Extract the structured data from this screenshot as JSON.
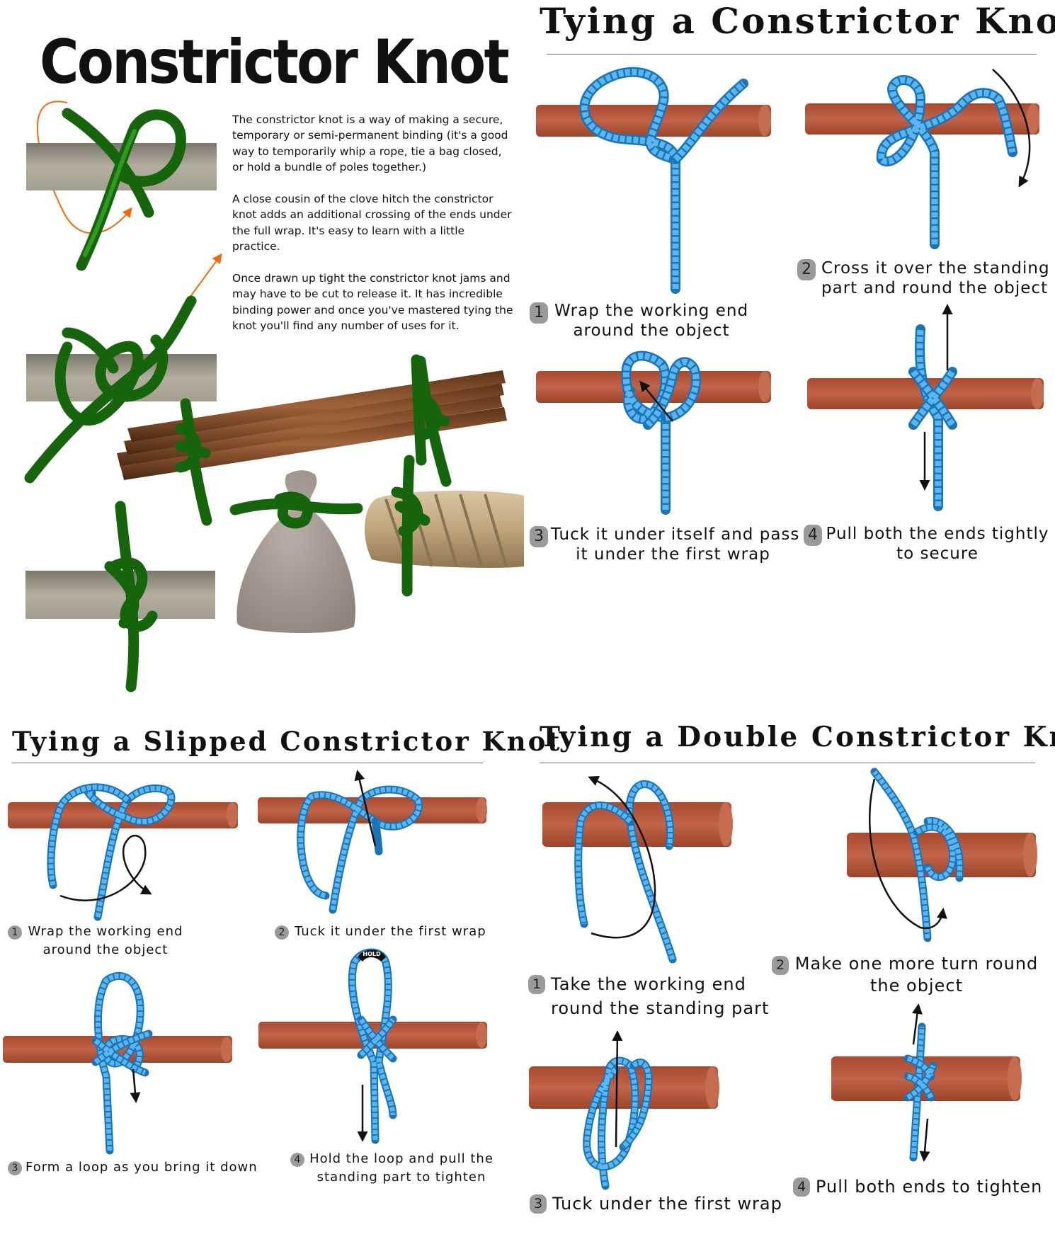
{
  "main": {
    "title": "Constrictor Knot",
    "paragraphs": [
      "The constrictor knot is a way of making a secure, temporary or semi-permanent binding (it's a good way to temporarily whip a rope, tie a bag closed, or hold a bundle of poles together.)",
      "A close cousin of the clove hitch the constrictor knot adds an additional crossing of the ends under the full wrap. It's easy to learn with a little practice.",
      "Once drawn up tight the constrictor knot jams and may have to be cut to release it. It has incredible binding power and once you've mastered tying the knot you'll find any number of uses for it."
    ]
  },
  "sections": {
    "basic": {
      "title": "Tying a Constrictor Knot",
      "steps": [
        {
          "num": "1",
          "lines": [
            "Wrap the working end",
            "around the object"
          ]
        },
        {
          "num": "2",
          "lines": [
            "Cross it over the standing",
            "part and round the object"
          ]
        },
        {
          "num": "3",
          "lines": [
            "Tuck it under itself and pass",
            "it under the first wrap"
          ]
        },
        {
          "num": "4",
          "lines": [
            "Pull both the ends tightly",
            "to secure"
          ]
        }
      ]
    },
    "slipped": {
      "title": "Tying a Slipped Constrictor Knot",
      "hold_label": "HOLD",
      "steps": [
        {
          "num": "1",
          "lines": [
            "Wrap the working end",
            "around the object"
          ]
        },
        {
          "num": "2",
          "lines": [
            "Tuck it under the first wrap"
          ]
        },
        {
          "num": "3",
          "lines": [
            "Form a loop as you bring it down"
          ]
        },
        {
          "num": "4",
          "lines": [
            "Hold the loop and pull the",
            "standing part to tighten"
          ]
        }
      ]
    },
    "double": {
      "title": "Tying a Double Constrictor Knot",
      "steps": [
        {
          "num": "1",
          "lines": [
            "Take the working end",
            "round the standing part"
          ]
        },
        {
          "num": "2",
          "lines": [
            "Make one more turn round",
            "the object"
          ]
        },
        {
          "num": "3",
          "lines": [
            "Tuck under the first wrap"
          ]
        },
        {
          "num": "4",
          "lines": [
            "Pull both ends to tighten"
          ]
        }
      ]
    }
  },
  "colors": {
    "rope_blue": "#5ab6ee",
    "pole_brown": "#b5573a",
    "knot_green": "#16650c",
    "guide_orange": "#f26a0f",
    "badge_gray": "#9a9a9a"
  }
}
